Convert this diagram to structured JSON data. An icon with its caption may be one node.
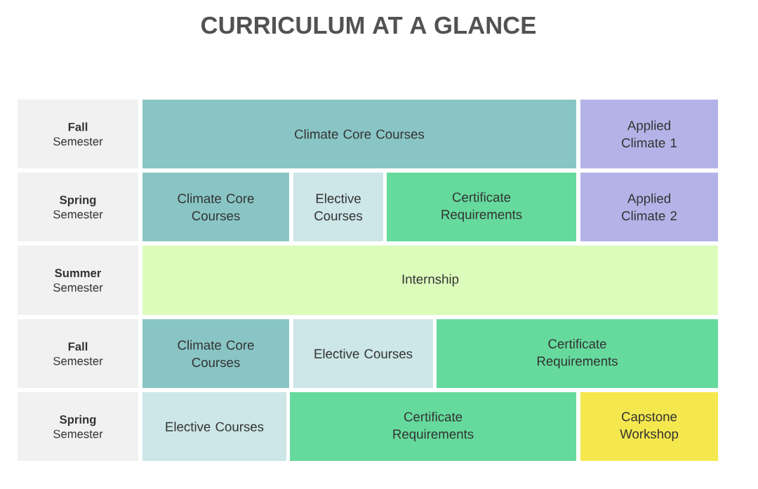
{
  "diagram": {
    "title": "CURRICULUM AT A GLANCE",
    "nodes": [
      {
        "text": [
          "Fall",
          "Semester"
        ]
      },
      {
        "text": [
          "Climate Core Courses"
        ]
      },
      {
        "text": [
          "Applied Climate 1"
        ]
      },
      {
        "text": [
          "Spring",
          "Semester"
        ]
      },
      {
        "text": [
          "Climate Core Courses"
        ]
      },
      {
        "text": [
          "Elective Courses"
        ]
      },
      {
        "text": [
          "Certificate Requirements"
        ]
      },
      {
        "text": [
          "Applied Climate 2"
        ]
      },
      {
        "text": [
          "Summer",
          "Semester"
        ]
      },
      {
        "text": [
          "Internship"
        ]
      },
      {
        "text": [
          "Fall",
          "Semester"
        ]
      },
      {
        "text": [
          "Climate Core Courses"
        ]
      },
      {
        "text": [
          "Elective Courses"
        ]
      },
      {
        "text": [
          "Certificate Requirements"
        ]
      },
      {
        "text": [
          "Spring",
          "Semester"
        ]
      },
      {
        "text": [
          "Elective Courses"
        ]
      },
      {
        "text": [
          "Certificate Requirements"
        ]
      },
      {
        "text": [
          "Capstone Workshop"
        ]
      }
    ]
  }
}
